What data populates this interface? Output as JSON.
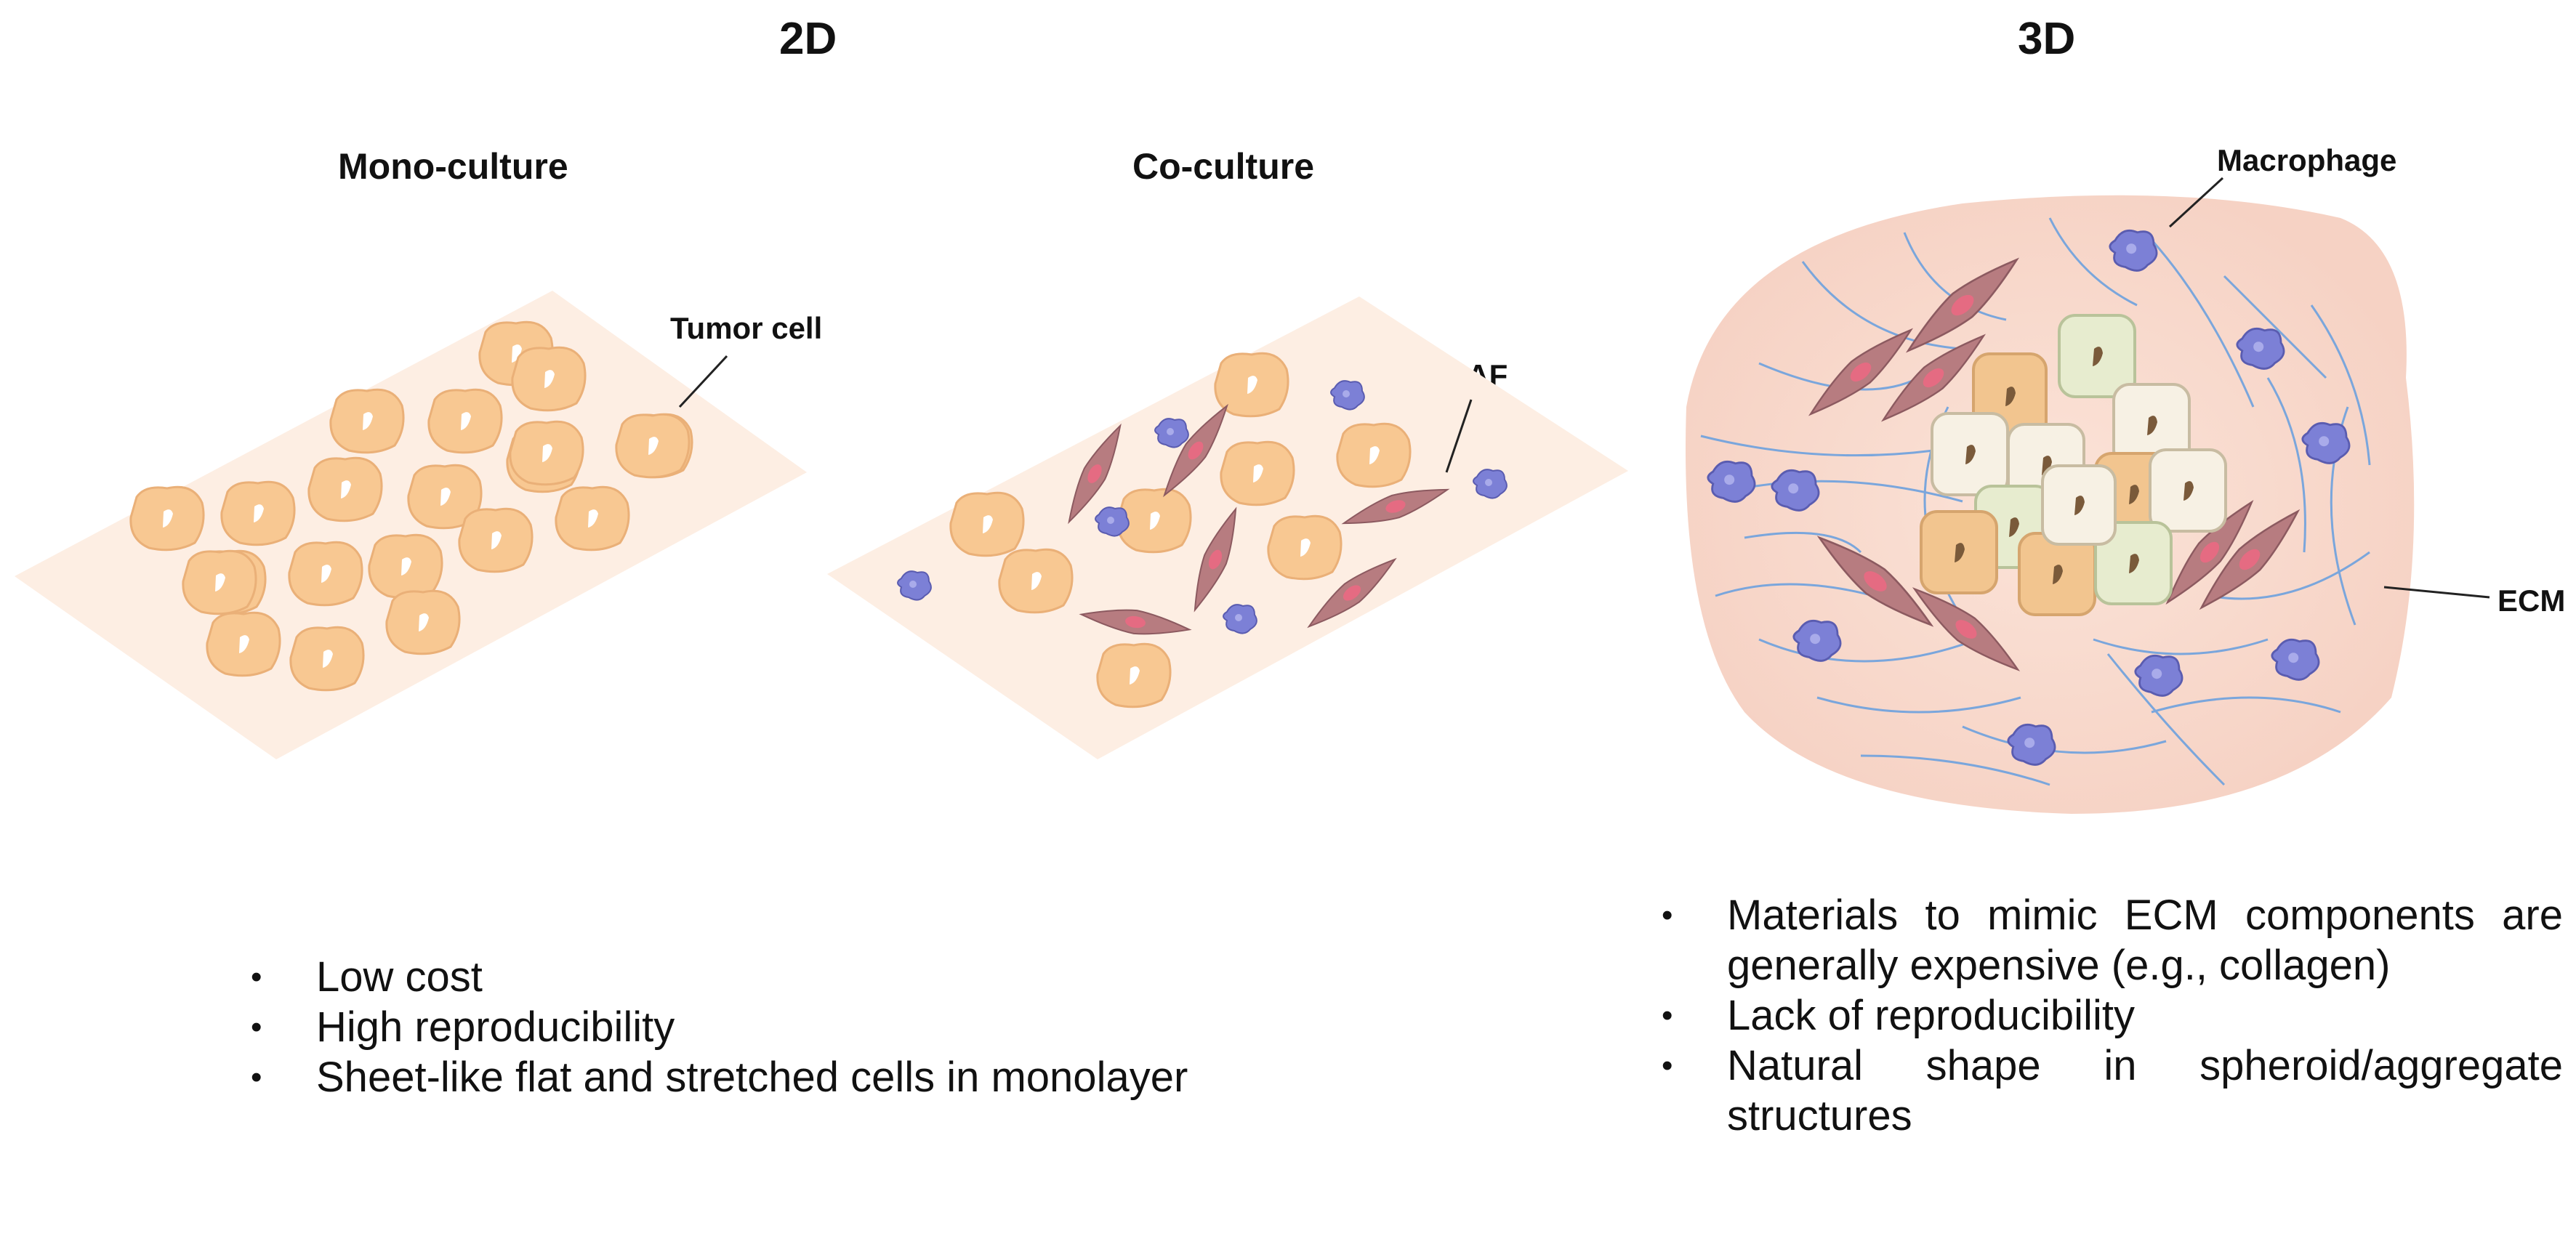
{
  "headings": {
    "d2": "2D",
    "d3": "3D"
  },
  "panels": {
    "mono": "Mono-culture",
    "co": "Co-culture"
  },
  "labels": {
    "tumor_cell": "Tumor cell",
    "caf": "CAF",
    "macrophage": "Macrophage",
    "ecm": "ECM"
  },
  "bullets_2d": [
    "Low cost",
    "High reproducibility",
    "Sheet-like flat and stretched cells in monolayer"
  ],
  "bullets_3d": [
    "Materials to mimic ECM components are generally expensive (e.g., collagen)",
    "Lack of reproducibility",
    "Natural shape in spheroid/aggregate structures"
  ],
  "colors": {
    "plate": "#fdeee3",
    "tumor_cell": "#f8c892",
    "caf": "#b77c80",
    "caf_nucleus": "#e56b82",
    "macrophage": "#7c80d6",
    "ecm_fiber": "#7aa6dc",
    "spheroid_bg": "#f8ddd2"
  }
}
